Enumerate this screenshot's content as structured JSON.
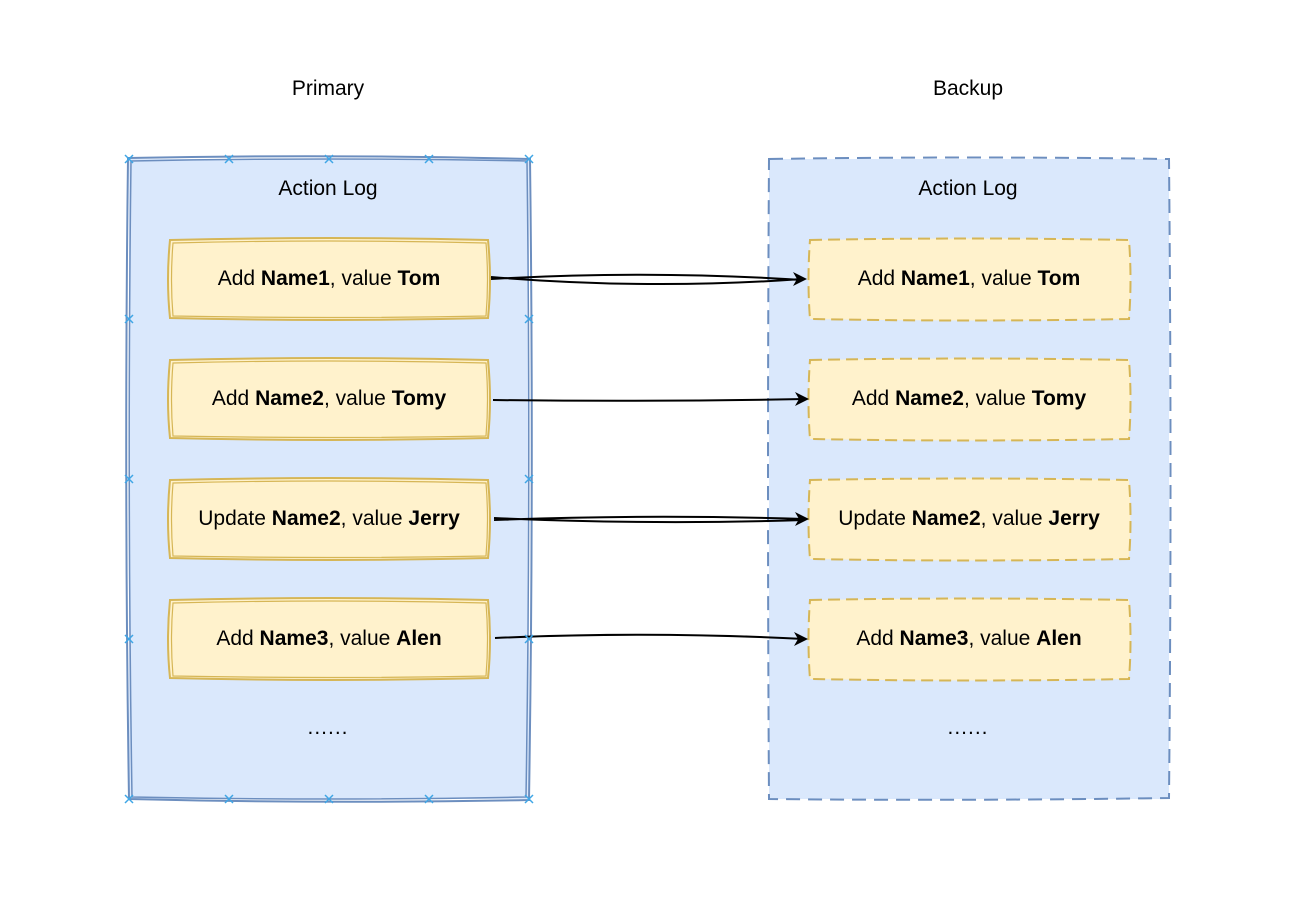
{
  "primary": {
    "title": "Primary",
    "panel_title": "Action Log",
    "entries": [
      {
        "verb": "Add",
        "key": "Name1",
        "mid": ", value ",
        "value": "Tom"
      },
      {
        "verb": "Add",
        "key": "Name2",
        "mid": ", value ",
        "value": "Tomy"
      },
      {
        "verb": "Update",
        "key": "Name2",
        "mid": ", value ",
        "value": "Jerry"
      },
      {
        "verb": "Add",
        "key": "Name3",
        "mid": ", value ",
        "value": "Alen"
      }
    ],
    "ellipsis": "......"
  },
  "backup": {
    "title": "Backup",
    "panel_title": "Action Log",
    "entries": [
      {
        "verb": "Add",
        "key": "Name1",
        "mid": ", value ",
        "value": "Tom"
      },
      {
        "verb": "Add",
        "key": "Name2",
        "mid": ", value ",
        "value": "Tomy"
      },
      {
        "verb": "Update",
        "key": "Name2",
        "mid": ", value ",
        "value": "Jerry"
      },
      {
        "verb": "Add",
        "key": "Name3",
        "mid": ", value ",
        "value": "Alen"
      }
    ],
    "ellipsis": "......"
  },
  "colors": {
    "panel_fill": "#dae8fc",
    "panel_stroke": "#6c8ebf",
    "entry_fill": "#fff2cc",
    "entry_stroke": "#d6b656",
    "arrow": "#000000",
    "selection_handle": "#3fa6e6"
  }
}
